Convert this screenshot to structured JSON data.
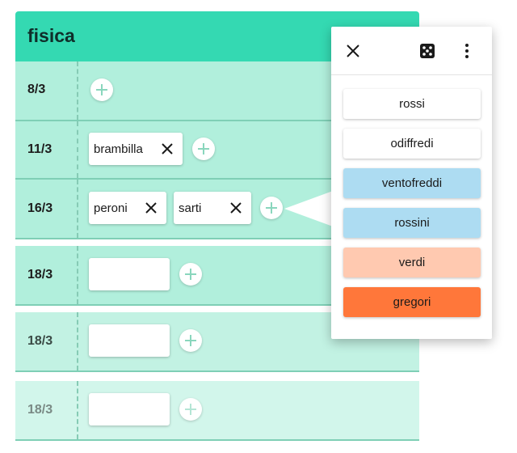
{
  "card": {
    "title": "fisica"
  },
  "rows": [
    {
      "date": "8/3",
      "chips": []
    },
    {
      "date": "11/3",
      "chips": [
        "brambilla"
      ]
    },
    {
      "date": "16/3",
      "chips": [
        "peroni",
        "sarti"
      ]
    },
    {
      "date": "18/3",
      "chips": [
        ""
      ]
    },
    {
      "date": "18/3",
      "chips": [
        ""
      ]
    },
    {
      "date": "18/3",
      "chips": [
        ""
      ]
    }
  ],
  "popup": {
    "icons": [
      "close-icon",
      "dice-icon",
      "more-vert-icon"
    ],
    "options": [
      {
        "label": "rossi",
        "color": "#ffffff"
      },
      {
        "label": "odiffredi",
        "color": "#ffffff"
      },
      {
        "label": "ventofreddi",
        "color": "#addcf2"
      },
      {
        "label": "rossini",
        "color": "#addcf2"
      },
      {
        "label": "verdi",
        "color": "#ffc9b0"
      },
      {
        "label": "gregori",
        "color": "#ff773a"
      }
    ]
  },
  "colors": {
    "header": "#34d9b2",
    "row": "#b1efdc",
    "row_faded": "#c2f2e3",
    "row_lightest": "#d2f6eb",
    "accent": "#8ad6bd"
  }
}
